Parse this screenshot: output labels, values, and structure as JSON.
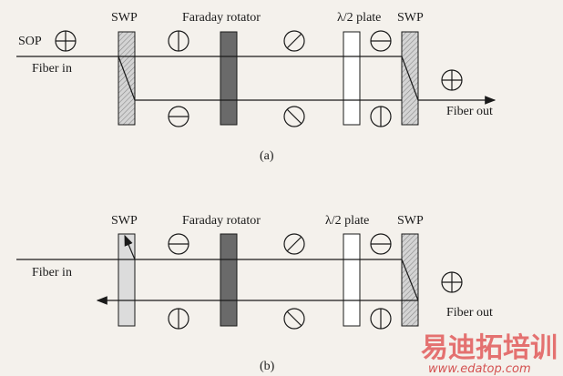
{
  "panel_a": {
    "labels": {
      "swp_left": "SWP",
      "faraday": "Faraday rotator",
      "half_wave": "λ/2 plate",
      "swp_right": "SWP",
      "sop": "SOP",
      "fiber_in": "Fiber in",
      "fiber_out": "Fiber out"
    },
    "caption": "(a)"
  },
  "panel_b": {
    "labels": {
      "swp_left": "SWP",
      "faraday": "Faraday rotator",
      "half_wave": "λ/2 plate",
      "swp_right": "SWP",
      "fiber_in": "Fiber in",
      "fiber_out": "Fiber out"
    },
    "caption": "(b)"
  },
  "watermark": {
    "brand": "易迪拓培训",
    "url": "www.edatop.com"
  },
  "colors": {
    "line": "#1a1a1a",
    "swp_fill": "#cfcfcf",
    "faraday_fill": "#6a6a6a",
    "plate_fill": "#ffffff",
    "watermark_red": "#e05a5a",
    "watermark_url": "#d04040"
  }
}
